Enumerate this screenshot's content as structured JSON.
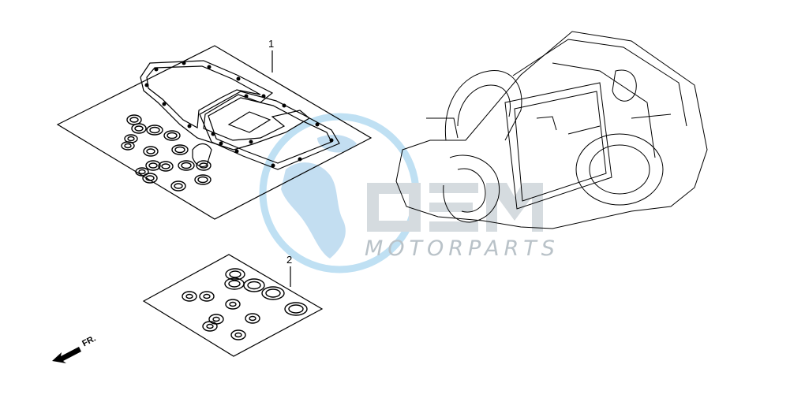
{
  "callouts": [
    {
      "id": "1",
      "label": "1"
    },
    {
      "id": "2",
      "label": "2"
    }
  ],
  "watermark": {
    "text": "MOTORPARTS",
    "colors": {
      "globe": "#bfe0f3",
      "land": "#b9d8ee",
      "logo": "#d5dbdf",
      "text": "#b9c2c8"
    }
  },
  "direction": {
    "label": "FR."
  }
}
